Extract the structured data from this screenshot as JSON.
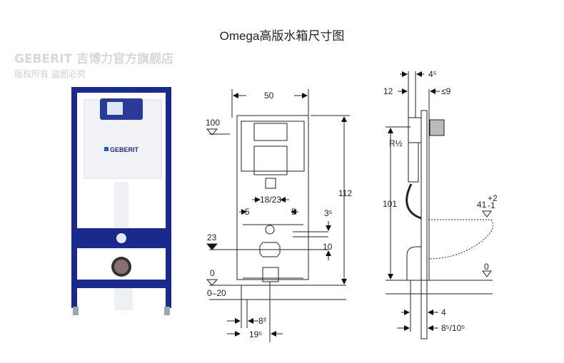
{
  "title": "Omega高版水箱尺寸图",
  "watermark": {
    "brand": "GEBERIT 吉博力官方旗舰店",
    "notice": "版权所有 盗图必究"
  },
  "product_photo": {
    "logo_text": "GEBERIT",
    "frame_color": "#1a2a8c"
  },
  "front_view": {
    "width": "50",
    "top_level": "100",
    "height": "112",
    "pipe_spacing": "18/23",
    "offset_left": "5",
    "offset_right": "5",
    "level_23": "23",
    "gap_3_5": "3⁵",
    "gap_10": "10",
    "floor_level": "0",
    "floor_range": "0–20",
    "dist_8_3": "8³",
    "dist_19_5": "19⁵"
  },
  "side_view": {
    "dist_4_5": "4⁵",
    "dist_12": "12",
    "dist_le9": "≤9",
    "thread": "R½",
    "height_101": "101",
    "seat_height": "41",
    "seat_tol_plus": "+2",
    "seat_tol_minus": "-1",
    "floor_level": "0",
    "dist_4": "4",
    "dist_8_10": "8⁵/10⁵"
  }
}
